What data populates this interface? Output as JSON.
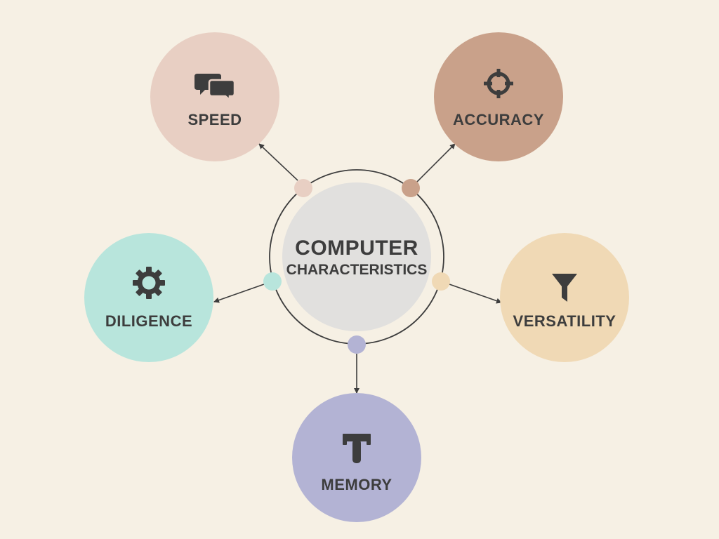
{
  "center": {
    "line1": "COMPUTER",
    "line2": "CHARACTERISTICS"
  },
  "nodes": [
    {
      "label": "SPEED",
      "icon": "chat-bubbles-icon",
      "color": "#e8cfc3"
    },
    {
      "label": "ACCURACY",
      "icon": "crosshair-target-icon",
      "color": "#c9a18a"
    },
    {
      "label": "DILIGENCE",
      "icon": "gear-icon",
      "color": "#b8e5dc"
    },
    {
      "label": "VERSATILITY",
      "icon": "funnel-filter-icon",
      "color": "#f0d9b5"
    },
    {
      "label": "MEMORY",
      "icon": "hammer-icon",
      "color": "#b3b3d4"
    }
  ],
  "colors": {
    "background": "#f6f0e4",
    "center_circle": "#e1e0de",
    "ring": "#3d3d3d",
    "text": "#3d3d3d"
  }
}
